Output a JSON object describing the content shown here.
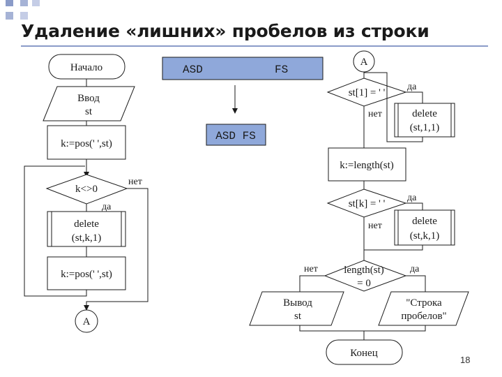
{
  "slide": {
    "title": "Удаление «лишних» пробелов из строки",
    "page_number": "18"
  },
  "left_flow": {
    "start": "Начало",
    "input_line1": "Ввод",
    "input_line2": "st",
    "assign_pos": "k:=pos(' ',st)",
    "condition": "k<>0",
    "no_label": "нет",
    "yes_label": "да",
    "delete_line1": "delete",
    "delete_line2": "(st,k,1)",
    "assign_pos_again": "k:=pos(' ',st)",
    "connector": "A"
  },
  "example": {
    "before_left": "ASD",
    "before_right": "FS",
    "after": "ASD FS",
    "box_color": "#8fa8da"
  },
  "right_flow": {
    "connector": "A",
    "cond_first": "st[1] = ' '",
    "yes_label_1": "да",
    "no_label_1": "нет",
    "delete_first_line1": "delete",
    "delete_first_line2": "(st,1,1)",
    "assign_length": "k:=length(st)",
    "cond_last": "st[k] = ' '",
    "yes_label_2": "да",
    "no_label_2": "нет",
    "delete_last_line1": "delete",
    "delete_last_line2": "(st,k,1)",
    "cond_length_line1": "length(st)",
    "cond_length_line2": "= 0",
    "no_label_3": "нет",
    "yes_label_3": "да",
    "output_line1": "Вывод",
    "output_line2": "st",
    "message_line1": "\"Строка",
    "message_line2": "пробелов\"",
    "end": "Конец"
  }
}
